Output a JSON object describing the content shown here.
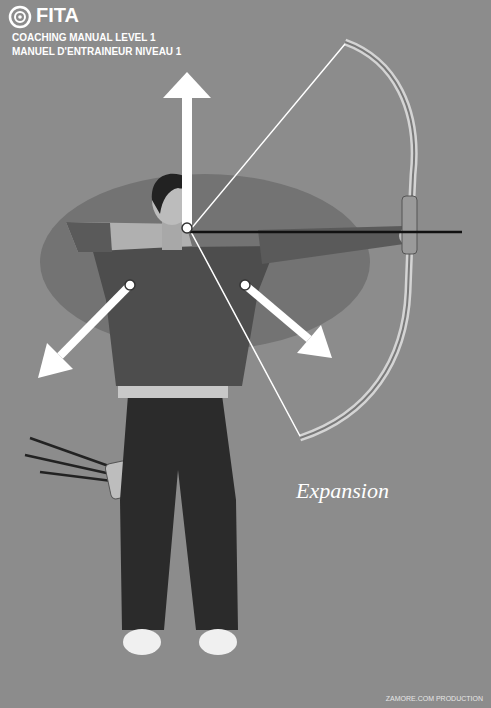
{
  "diagram": {
    "title": "FITA",
    "labels": [
      "COACHING MANUAL LEVEL 1",
      "MANUEL D'ENTRAINEUR NIVEAU 1",
      "Expansion",
      "ZAMORE.COM PRODUCTION"
    ]
  }
}
